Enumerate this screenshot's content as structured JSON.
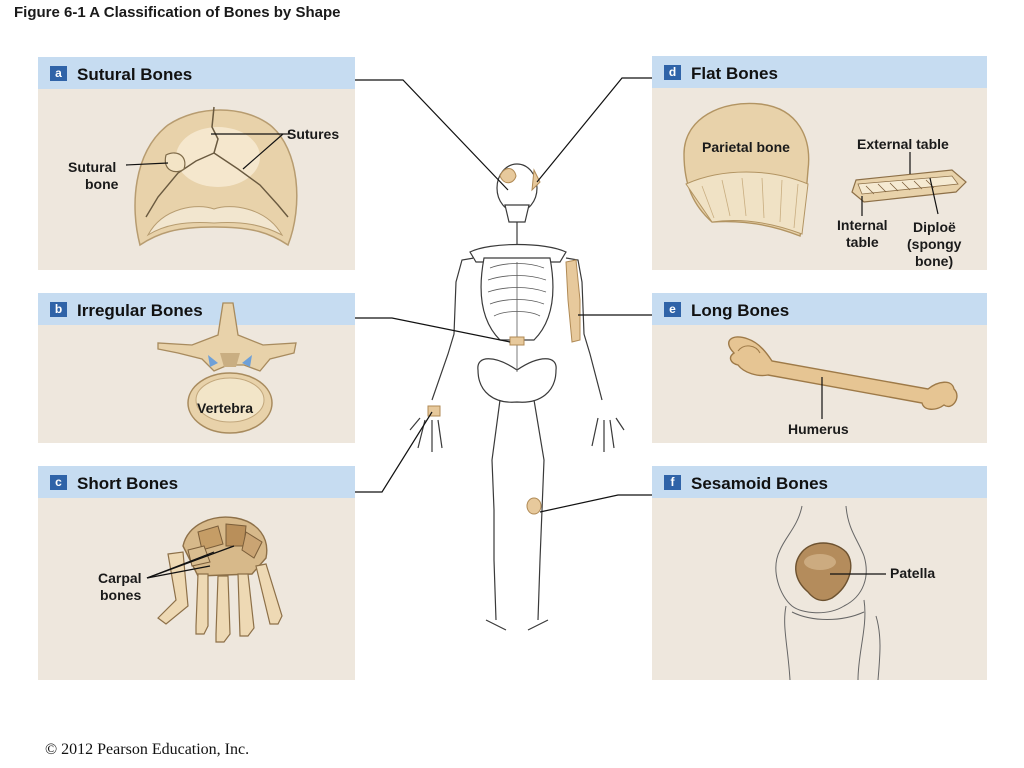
{
  "figure_title": "Figure 6-1  A Classification of Bones by Shape",
  "panels": {
    "a": {
      "letter": "a",
      "title": "Sutural Bones",
      "labels": {
        "sutures": "Sutures",
        "sutural_bone_1": "Sutural",
        "sutural_bone_2": "bone"
      }
    },
    "b": {
      "letter": "b",
      "title": "Irregular Bones",
      "labels": {
        "vertebra": "Vertebra"
      }
    },
    "c": {
      "letter": "c",
      "title": "Short Bones",
      "labels": {
        "carpal_1": "Carpal",
        "carpal_2": "bones"
      }
    },
    "d": {
      "letter": "d",
      "title": "Flat Bones",
      "labels": {
        "parietal": "Parietal bone",
        "external_table": "External table",
        "internal_1": "Internal",
        "internal_2": "table",
        "diploe_1": "Diploë",
        "diploe_2": "(spongy",
        "diploe_3": "bone)"
      }
    },
    "e": {
      "letter": "e",
      "title": "Long Bones",
      "labels": {
        "humerus": "Humerus"
      }
    },
    "f": {
      "letter": "f",
      "title": "Sesamoid Bones",
      "labels": {
        "patella": "Patella"
      }
    }
  },
  "copyright": "© 2012 Pearson Education, Inc.",
  "colors": {
    "panel_bg": "#eee7dd",
    "header_bg": "#c6dcf1",
    "letter_badge": "#2f63a8",
    "bone": "#e8d2aa",
    "highlight_bone": "#e7c99c"
  }
}
